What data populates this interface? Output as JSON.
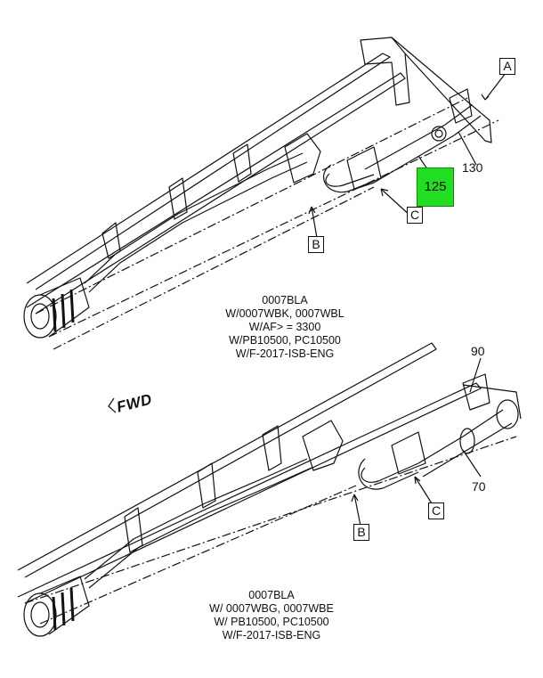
{
  "callouts_top": {
    "box_a": "A",
    "box_b": "B",
    "box_c": "C",
    "part_125": "125",
    "part_130": "130"
  },
  "caption_top": [
    "0007BLA",
    "W/0007WBK, 0007WBL",
    "W/AF> = 3300",
    "W/PB10500, PC10500",
    "W/F-2017-ISB-ENG"
  ],
  "fwd_label": "FWD",
  "callouts_bottom": {
    "part_90": "90",
    "part_70": "70",
    "box_c": "C",
    "box_b": "B"
  },
  "caption_bottom": [
    "0007BLA",
    "W/ 0007WBG, 0007WBE",
    "W/ PB10500, PC10500",
    "W/F-2017-ISB-ENG"
  ],
  "colors": {
    "highlight": "#22dd22",
    "line": "#111111"
  }
}
